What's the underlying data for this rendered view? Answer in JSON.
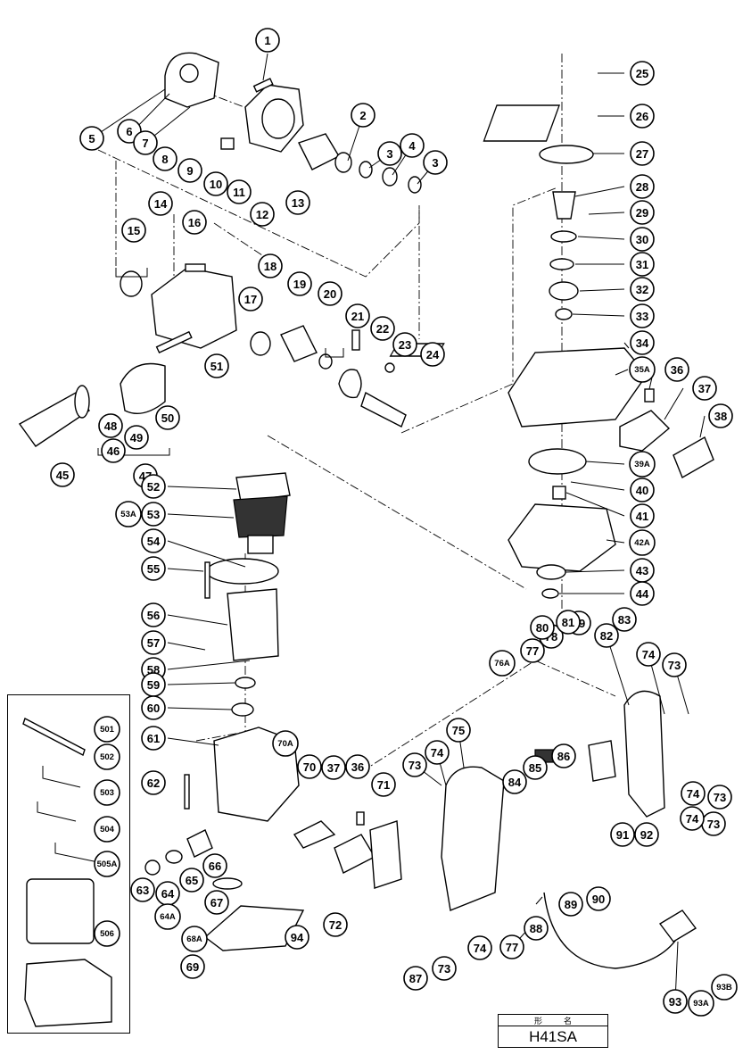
{
  "drawing": {
    "title_block": {
      "header_left": "形",
      "header_right": "名",
      "model": "H41SA"
    },
    "callouts": [
      {
        "id": "c-1",
        "label": "1"
      },
      {
        "id": "c-2",
        "label": "2"
      },
      {
        "id": "c-3a",
        "label": "3"
      },
      {
        "id": "c-4",
        "label": "4"
      },
      {
        "id": "c-3b",
        "label": "3"
      },
      {
        "id": "c-5",
        "label": "5"
      },
      {
        "id": "c-6",
        "label": "6"
      },
      {
        "id": "c-7",
        "label": "7"
      },
      {
        "id": "c-8",
        "label": "8"
      },
      {
        "id": "c-9",
        "label": "9"
      },
      {
        "id": "c-10",
        "label": "10"
      },
      {
        "id": "c-11",
        "label": "11"
      },
      {
        "id": "c-12",
        "label": "12"
      },
      {
        "id": "c-13",
        "label": "13"
      },
      {
        "id": "c-14",
        "label": "14"
      },
      {
        "id": "c-15",
        "label": "15"
      },
      {
        "id": "c-16",
        "label": "16"
      },
      {
        "id": "c-17",
        "label": "17"
      },
      {
        "id": "c-18",
        "label": "18"
      },
      {
        "id": "c-19",
        "label": "19"
      },
      {
        "id": "c-20",
        "label": "20"
      },
      {
        "id": "c-21",
        "label": "21"
      },
      {
        "id": "c-22",
        "label": "22"
      },
      {
        "id": "c-23",
        "label": "23"
      },
      {
        "id": "c-24",
        "label": "24"
      },
      {
        "id": "c-25",
        "label": "25"
      },
      {
        "id": "c-26",
        "label": "26"
      },
      {
        "id": "c-27",
        "label": "27"
      },
      {
        "id": "c-28",
        "label": "28"
      },
      {
        "id": "c-29",
        "label": "29"
      },
      {
        "id": "c-30",
        "label": "30"
      },
      {
        "id": "c-31",
        "label": "31"
      },
      {
        "id": "c-32",
        "label": "32"
      },
      {
        "id": "c-33",
        "label": "33"
      },
      {
        "id": "c-34",
        "label": "34"
      },
      {
        "id": "c-35A",
        "label": "35A"
      },
      {
        "id": "c-36a",
        "label": "36"
      },
      {
        "id": "c-37a",
        "label": "37"
      },
      {
        "id": "c-38",
        "label": "38"
      },
      {
        "id": "c-39A",
        "label": "39A"
      },
      {
        "id": "c-40",
        "label": "40"
      },
      {
        "id": "c-41",
        "label": "41"
      },
      {
        "id": "c-42A",
        "label": "42A"
      },
      {
        "id": "c-43",
        "label": "43"
      },
      {
        "id": "c-44",
        "label": "44"
      },
      {
        "id": "c-45",
        "label": "45"
      },
      {
        "id": "c-46",
        "label": "46"
      },
      {
        "id": "c-47",
        "label": "47"
      },
      {
        "id": "c-48",
        "label": "48"
      },
      {
        "id": "c-49",
        "label": "49"
      },
      {
        "id": "c-50",
        "label": "50"
      },
      {
        "id": "c-51",
        "label": "51"
      },
      {
        "id": "c-52",
        "label": "52"
      },
      {
        "id": "c-53A",
        "label": "53A"
      },
      {
        "id": "c-53",
        "label": "53"
      },
      {
        "id": "c-54",
        "label": "54"
      },
      {
        "id": "c-55",
        "label": "55"
      },
      {
        "id": "c-56",
        "label": "56"
      },
      {
        "id": "c-57",
        "label": "57"
      },
      {
        "id": "c-58",
        "label": "58"
      },
      {
        "id": "c-59",
        "label": "59"
      },
      {
        "id": "c-60",
        "label": "60"
      },
      {
        "id": "c-61",
        "label": "61"
      },
      {
        "id": "c-62",
        "label": "62"
      },
      {
        "id": "c-63",
        "label": "63"
      },
      {
        "id": "c-64",
        "label": "64"
      },
      {
        "id": "c-64A",
        "label": "64A"
      },
      {
        "id": "c-65",
        "label": "65"
      },
      {
        "id": "c-66",
        "label": "66"
      },
      {
        "id": "c-67",
        "label": "67"
      },
      {
        "id": "c-68A",
        "label": "68A"
      },
      {
        "id": "c-69",
        "label": "69"
      },
      {
        "id": "c-70A",
        "label": "70A"
      },
      {
        "id": "c-70",
        "label": "70"
      },
      {
        "id": "c-37b",
        "label": "37"
      },
      {
        "id": "c-36b",
        "label": "36"
      },
      {
        "id": "c-71",
        "label": "71"
      },
      {
        "id": "c-72",
        "label": "72"
      },
      {
        "id": "c-73a",
        "label": "73"
      },
      {
        "id": "c-74a",
        "label": "74"
      },
      {
        "id": "c-75",
        "label": "75"
      },
      {
        "id": "c-76A",
        "label": "76A"
      },
      {
        "id": "c-77a",
        "label": "77"
      },
      {
        "id": "c-78",
        "label": "78"
      },
      {
        "id": "c-79",
        "label": "79"
      },
      {
        "id": "c-80",
        "label": "80"
      },
      {
        "id": "c-81",
        "label": "81"
      },
      {
        "id": "c-82",
        "label": "82"
      },
      {
        "id": "c-83",
        "label": "83"
      },
      {
        "id": "c-74b",
        "label": "74"
      },
      {
        "id": "c-73b",
        "label": "73"
      },
      {
        "id": "c-84",
        "label": "84"
      },
      {
        "id": "c-85",
        "label": "85"
      },
      {
        "id": "c-86",
        "label": "86"
      },
      {
        "id": "c-73c",
        "label": "73"
      },
      {
        "id": "c-74c",
        "label": "74"
      },
      {
        "id": "c-74d",
        "label": "74"
      },
      {
        "id": "c-73d",
        "label": "73"
      },
      {
        "id": "c-87",
        "label": "87"
      },
      {
        "id": "c-73e",
        "label": "73"
      },
      {
        "id": "c-74e",
        "label": "74"
      },
      {
        "id": "c-77b",
        "label": "77"
      },
      {
        "id": "c-88",
        "label": "88"
      },
      {
        "id": "c-89",
        "label": "89"
      },
      {
        "id": "c-90",
        "label": "90"
      },
      {
        "id": "c-91",
        "label": "91"
      },
      {
        "id": "c-92",
        "label": "92"
      },
      {
        "id": "c-93",
        "label": "93"
      },
      {
        "id": "c-93A",
        "label": "93A"
      },
      {
        "id": "c-93B",
        "label": "93B"
      },
      {
        "id": "c-94",
        "label": "94"
      },
      {
        "id": "c-501",
        "label": "501"
      },
      {
        "id": "c-502",
        "label": "502"
      },
      {
        "id": "c-503",
        "label": "503"
      },
      {
        "id": "c-504",
        "label": "504"
      },
      {
        "id": "c-505A",
        "label": "505A"
      },
      {
        "id": "c-506",
        "label": "506"
      }
    ]
  }
}
